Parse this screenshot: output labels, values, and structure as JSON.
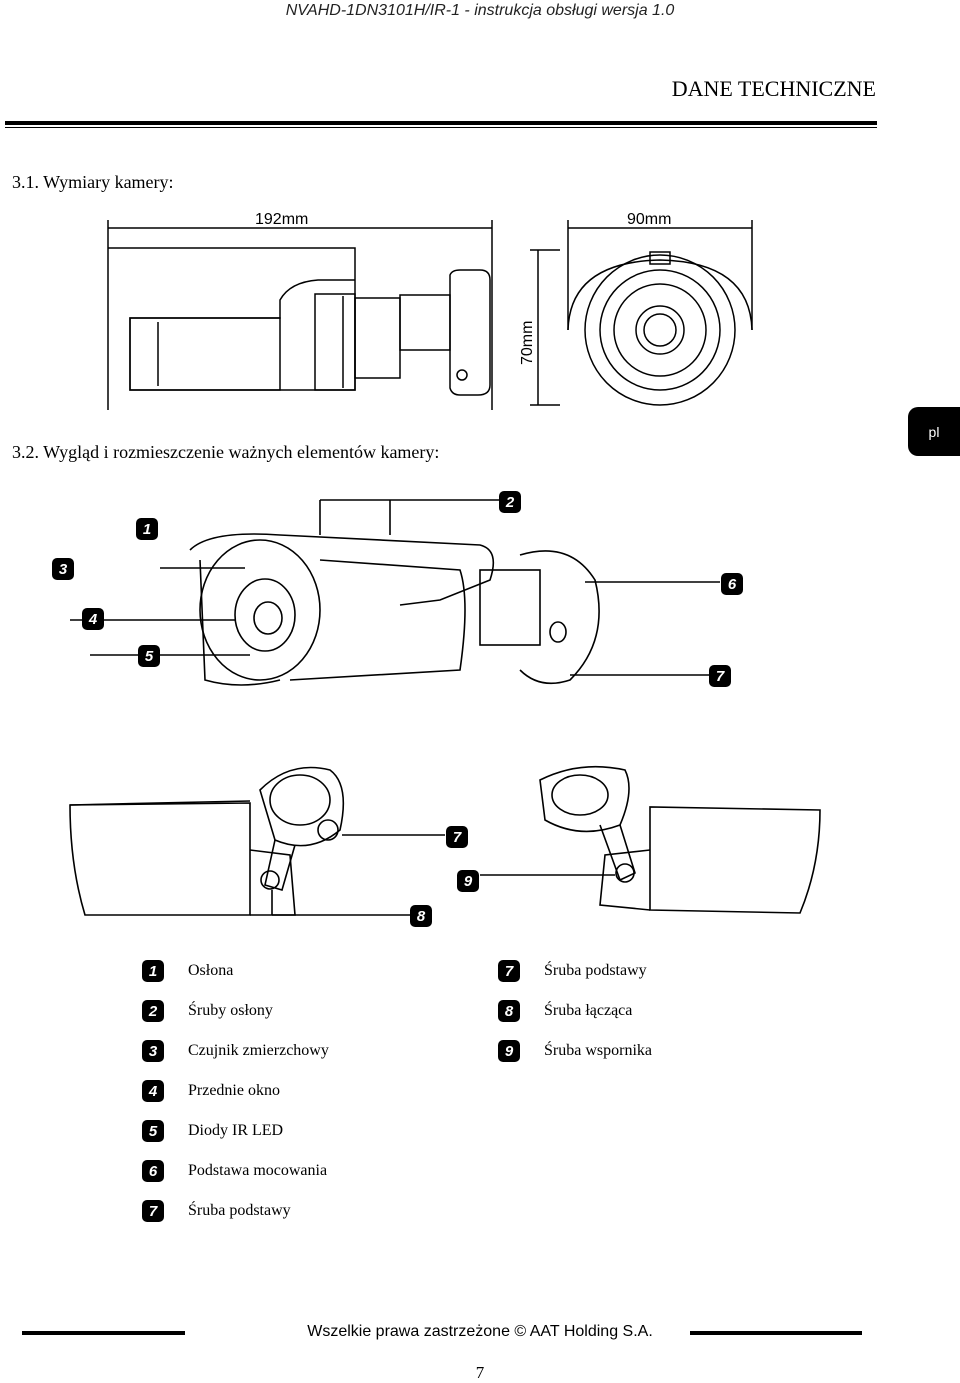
{
  "header": {
    "manual_title": "NVAHD-1DN3101H/IR-1 - instrukcja obsługi wersja 1.0"
  },
  "page_title": "DANE TECHNICZNE",
  "section1": {
    "title": "3.1. Wymiary kamery:",
    "dim_length": "192mm",
    "dim_width": "90mm",
    "dim_height": "70mm"
  },
  "section2": {
    "title": "3.2. Wygląd i rozmieszczenie ważnych elementów kamery:"
  },
  "lang_tab": "pl",
  "callouts": {
    "c1": "1",
    "c2": "2",
    "c3": "3",
    "c4": "4",
    "c5": "5",
    "c6": "6",
    "c7": "7",
    "c8": "8",
    "c9": "9"
  },
  "legend": {
    "left": [
      {
        "num": "1",
        "label": "Osłona"
      },
      {
        "num": "2",
        "label": "Śruby osłony"
      },
      {
        "num": "3",
        "label": "Czujnik zmierzchowy"
      },
      {
        "num": "4",
        "label": "Przednie okno"
      },
      {
        "num": "5",
        "label": "Diody IR LED"
      },
      {
        "num": "6",
        "label": "Podstawa mocowania"
      },
      {
        "num": "7",
        "label": "Śruba podstawy"
      }
    ],
    "right": [
      {
        "num": "7",
        "label": "Śruba podstawy"
      },
      {
        "num": "8",
        "label": "Śruba łącząca"
      },
      {
        "num": "9",
        "label": "Śruba wspornika"
      }
    ]
  },
  "footer": {
    "copyright": "Wszelkie prawa zastrzeżone © AAT Holding S.A.",
    "page_number": "7"
  }
}
